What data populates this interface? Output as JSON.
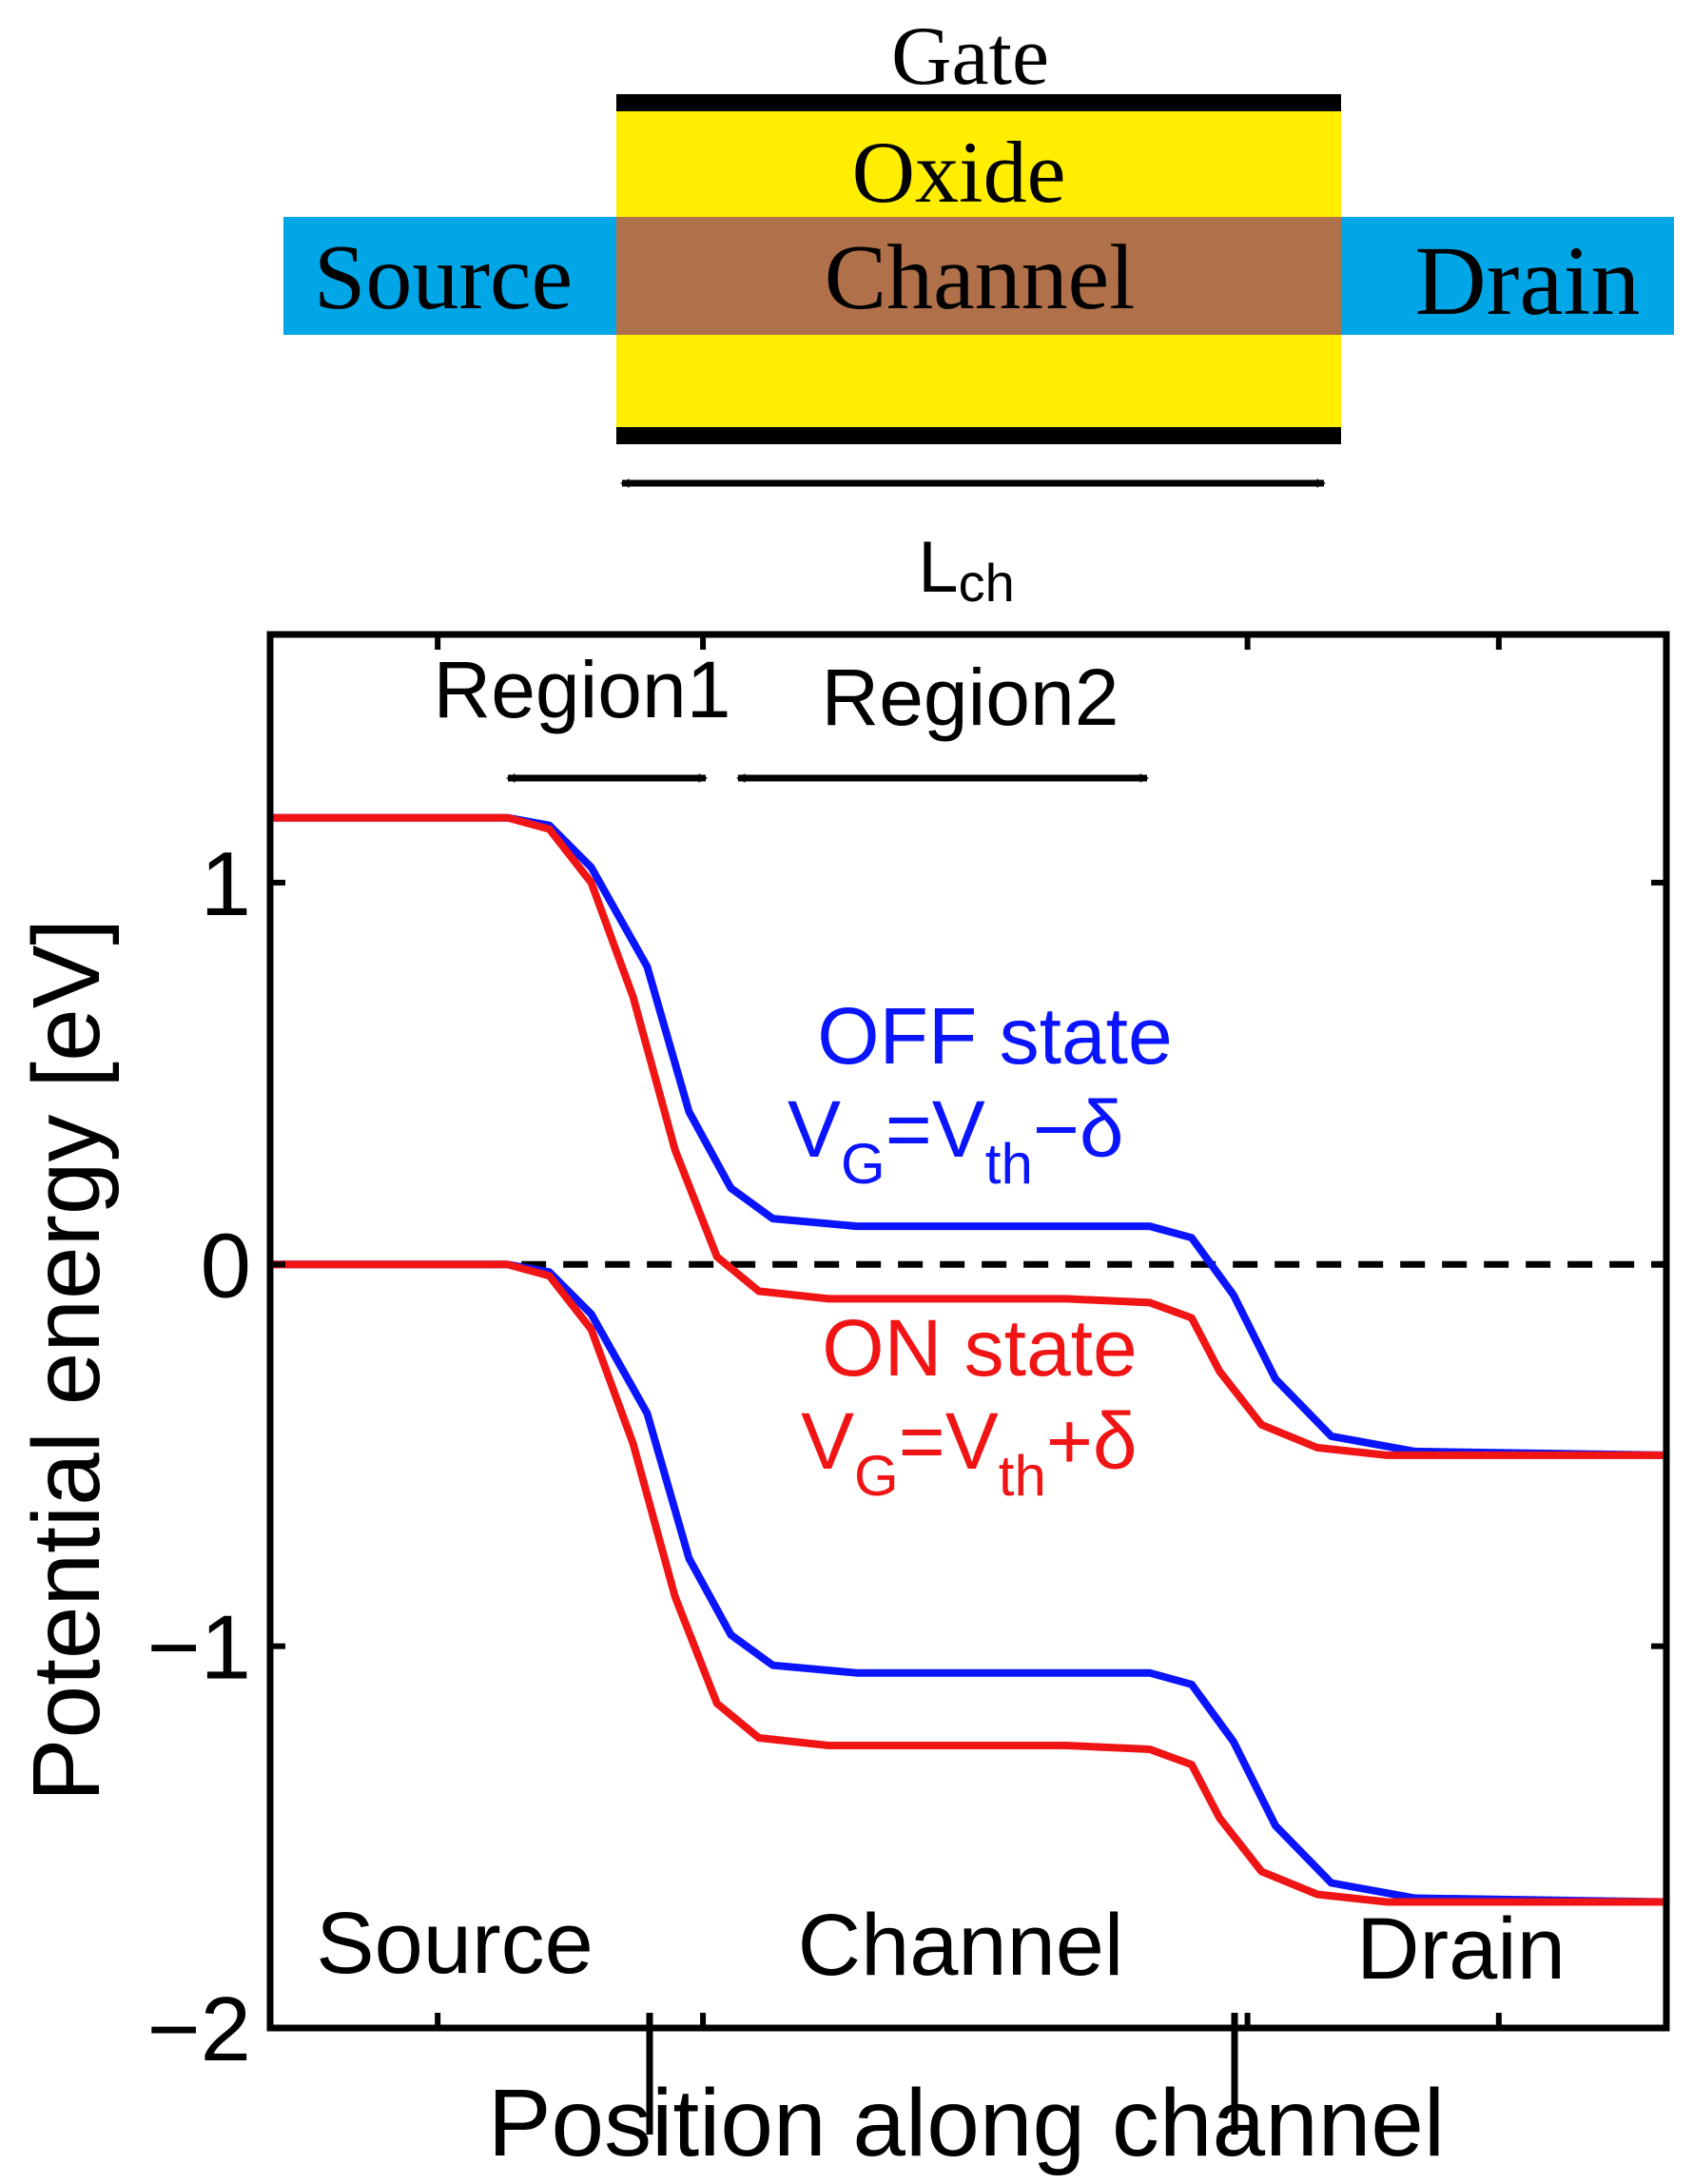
{
  "colors": {
    "gate": "#000000",
    "oxide": "#ffee00",
    "channel": "#b0704a",
    "contact": "#00a6e6",
    "off_state": "#0a14ff",
    "on_state": "#f01414",
    "zero_line": "#000000",
    "axis": "#000000"
  },
  "schematic": {
    "gate_label": "Gate",
    "oxide_label": "Oxide",
    "channel_label": "Channel",
    "source_label": "Source",
    "drain_label": "Drain",
    "length_label": "L",
    "length_sub": "ch"
  },
  "chart_data": {
    "type": "line",
    "xlabel": "Position along channel",
    "ylabel": "Potential energy [eV]",
    "xlim": [
      0,
      1
    ],
    "ylim": [
      -2,
      1.65
    ],
    "yticks": [
      -2,
      -1,
      0,
      1
    ],
    "ytick_labels": [
      "−2",
      "−1",
      "0",
      "1"
    ],
    "grid": false,
    "region_labels": [
      "Region1",
      "Region2"
    ],
    "zone_labels": [
      "Source",
      "Channel",
      "Drain"
    ],
    "annotations": {
      "off": {
        "line1": "OFF state",
        "v": "V",
        "g": "G",
        "eq": "=V",
        "th": "th",
        "tail": "−δ"
      },
      "on": {
        "line1": "ON state",
        "v": "V",
        "g": "G",
        "eq": "=V",
        "th": "th",
        "tail": "+δ"
      }
    },
    "series": [
      {
        "state": "off",
        "band": "conduction",
        "x": [
          0.0,
          0.17,
          0.2,
          0.23,
          0.27,
          0.3,
          0.33,
          0.36,
          0.42,
          0.5,
          0.57,
          0.63,
          0.66,
          0.69,
          0.72,
          0.76,
          0.82,
          1.0
        ],
        "y": [
          1.17,
          1.17,
          1.15,
          1.04,
          0.78,
          0.4,
          0.2,
          0.12,
          0.1,
          0.1,
          0.1,
          0.1,
          0.07,
          -0.08,
          -0.3,
          -0.45,
          -0.49,
          -0.5
        ]
      },
      {
        "state": "on",
        "band": "conduction",
        "x": [
          0.0,
          0.17,
          0.2,
          0.23,
          0.26,
          0.29,
          0.32,
          0.35,
          0.4,
          0.5,
          0.57,
          0.63,
          0.66,
          0.68,
          0.71,
          0.75,
          0.8,
          1.0
        ],
        "y": [
          1.17,
          1.17,
          1.14,
          1.0,
          0.7,
          0.3,
          0.02,
          -0.07,
          -0.09,
          -0.09,
          -0.09,
          -0.1,
          -0.14,
          -0.28,
          -0.42,
          -0.48,
          -0.5,
          -0.5
        ]
      },
      {
        "state": "off",
        "band": "valence",
        "x": [
          0.0,
          0.17,
          0.2,
          0.23,
          0.27,
          0.3,
          0.33,
          0.36,
          0.42,
          0.5,
          0.57,
          0.63,
          0.66,
          0.69,
          0.72,
          0.76,
          0.82,
          1.0
        ],
        "y": [
          0.0,
          0.0,
          -0.02,
          -0.13,
          -0.39,
          -0.77,
          -0.97,
          -1.05,
          -1.07,
          -1.07,
          -1.07,
          -1.07,
          -1.1,
          -1.25,
          -1.47,
          -1.62,
          -1.66,
          -1.67
        ]
      },
      {
        "state": "on",
        "band": "valence",
        "x": [
          0.0,
          0.17,
          0.2,
          0.23,
          0.26,
          0.29,
          0.32,
          0.35,
          0.4,
          0.5,
          0.57,
          0.63,
          0.66,
          0.68,
          0.71,
          0.75,
          0.8,
          1.0
        ],
        "y": [
          0.0,
          0.0,
          -0.03,
          -0.17,
          -0.47,
          -0.87,
          -1.15,
          -1.24,
          -1.26,
          -1.26,
          -1.26,
          -1.27,
          -1.31,
          -1.45,
          -1.59,
          -1.65,
          -1.67,
          -1.67
        ]
      }
    ]
  }
}
